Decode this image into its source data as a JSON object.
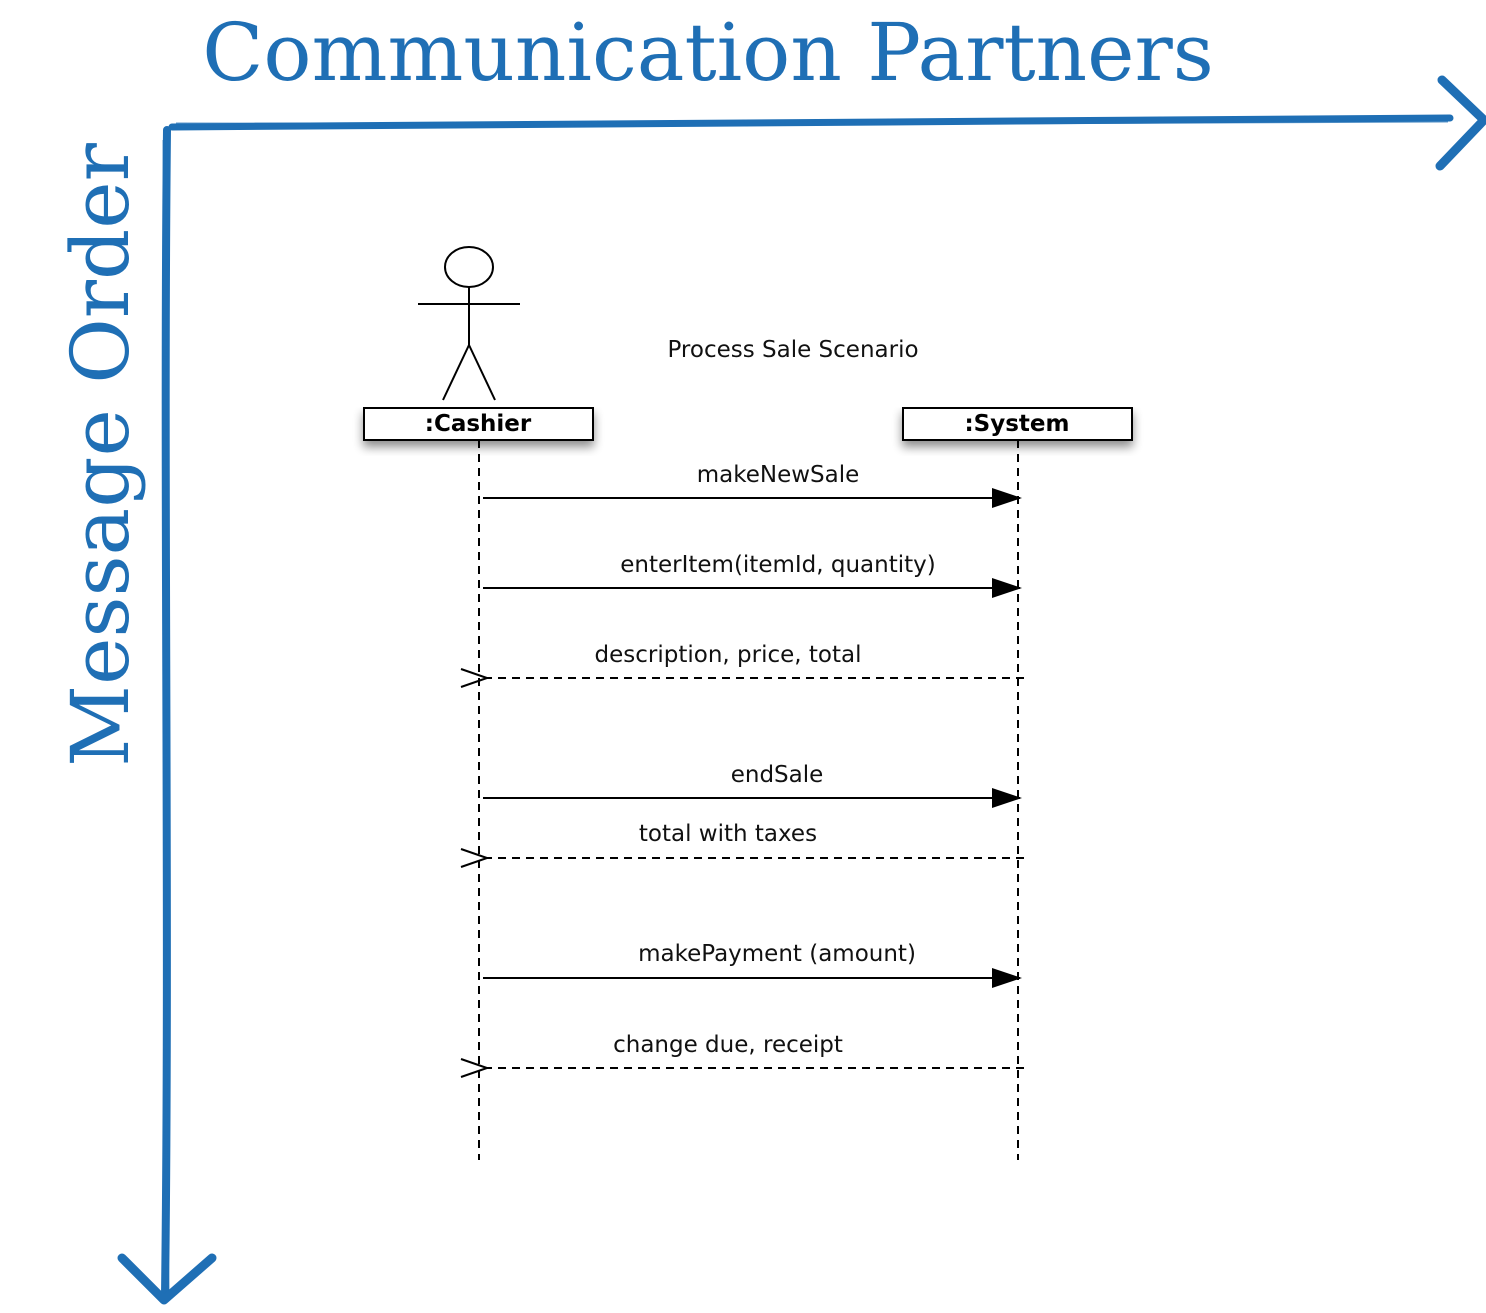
{
  "axes": {
    "top_label": "Communication Partners",
    "left_label": "Message Order",
    "color": "#1f6fb5"
  },
  "diagram": {
    "title": "Process Sale Scenario",
    "lifelines": [
      {
        "id": "cashier",
        "label": ":Cashier",
        "actor": true
      },
      {
        "id": "system",
        "label": ":System",
        "actor": false
      }
    ],
    "messages": [
      {
        "label": "makeNewSale",
        "from": "cashier",
        "to": "system",
        "kind": "call"
      },
      {
        "label": "enterItem(itemId, quantity)",
        "from": "cashier",
        "to": "system",
        "kind": "call"
      },
      {
        "label": "description, price, total",
        "from": "system",
        "to": "cashier",
        "kind": "return"
      },
      {
        "label": "endSale",
        "from": "cashier",
        "to": "system",
        "kind": "call"
      },
      {
        "label": "total with taxes",
        "from": "system",
        "to": "cashier",
        "kind": "return"
      },
      {
        "label": "makePayment (amount)",
        "from": "cashier",
        "to": "system",
        "kind": "call"
      },
      {
        "label": "change due, receipt",
        "from": "system",
        "to": "cashier",
        "kind": "return"
      }
    ]
  }
}
